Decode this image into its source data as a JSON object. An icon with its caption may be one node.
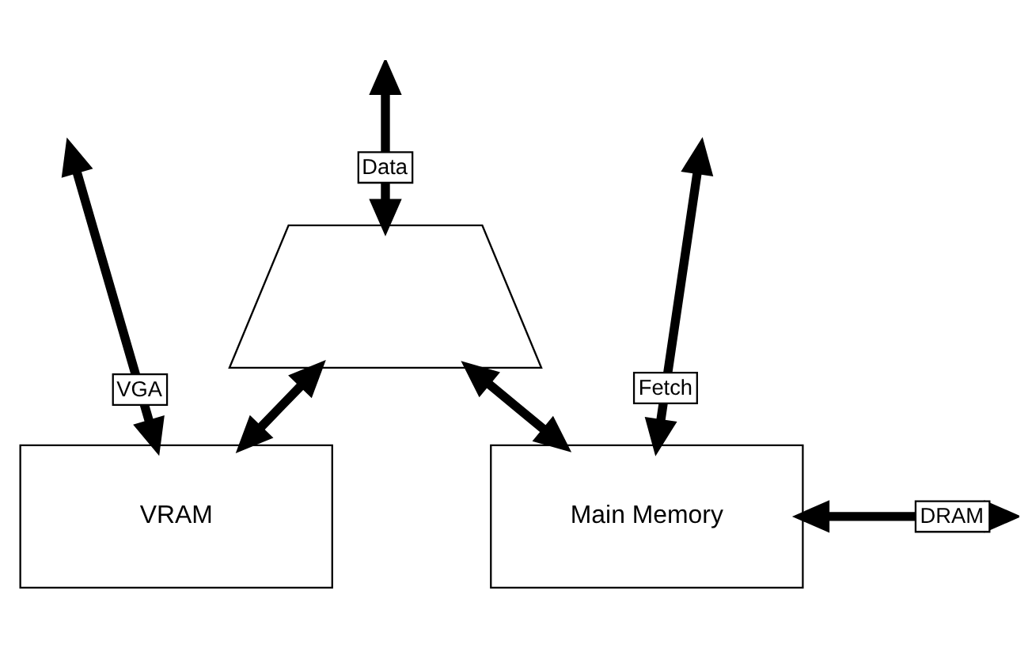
{
  "diagram": {
    "nodes": [
      {
        "text": [],
        "shape": "trapezoid"
      },
      {
        "text": [
          "VRAM"
        ]
      },
      {
        "text": [
          "Main Memory"
        ]
      }
    ],
    "edges": [
      {
        "from": null,
        "to": 0,
        "arrow": "both",
        "label": "Data"
      },
      {
        "from": null,
        "to": 1,
        "arrow": "both",
        "label": "VGA"
      },
      {
        "from": 0,
        "to": 1,
        "arrow": "both"
      },
      {
        "from": 0,
        "to": 2,
        "arrow": "both"
      },
      {
        "from": null,
        "to": 2,
        "arrow": "both",
        "label": "Fetch"
      },
      {
        "from": 2,
        "to": null,
        "arrow": "both",
        "label": "DRAM"
      }
    ]
  }
}
